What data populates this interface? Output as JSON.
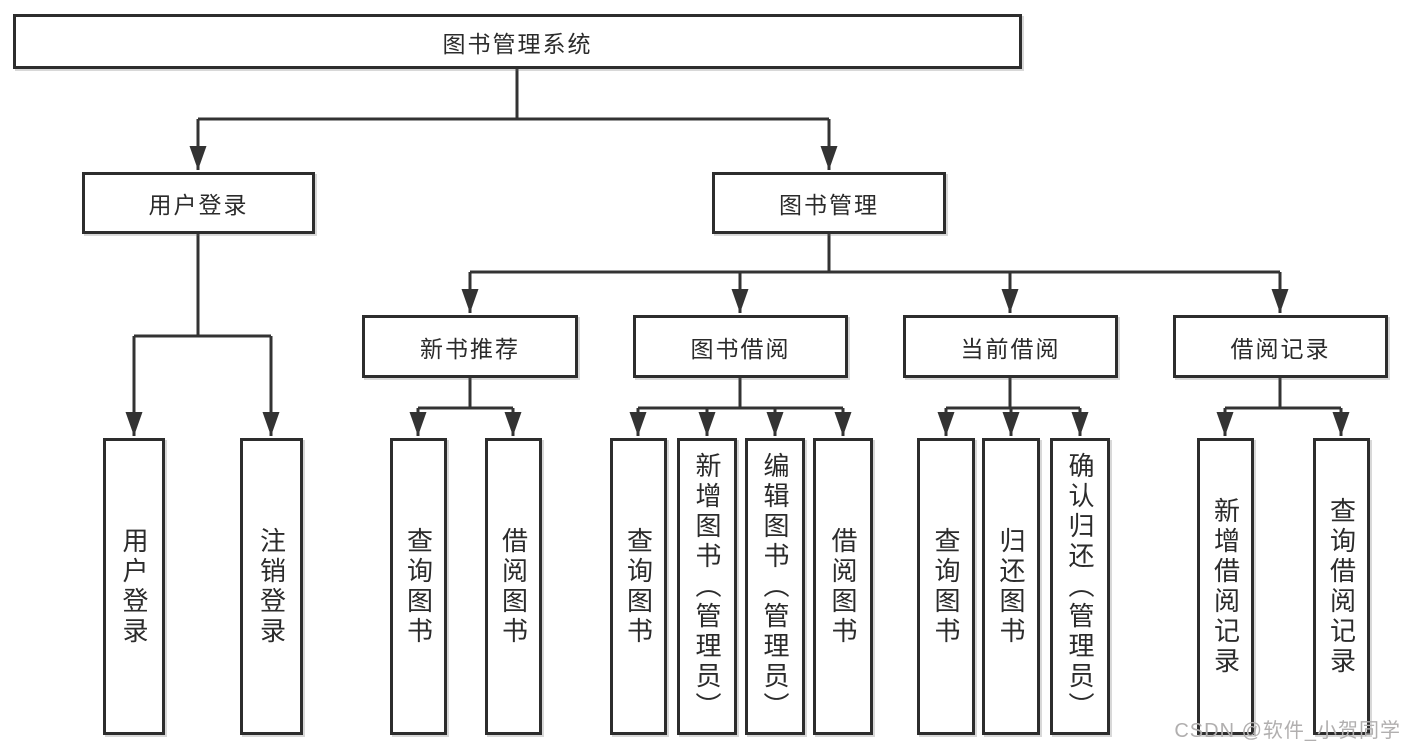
{
  "diagram": {
    "type": "hierarchy-tree",
    "colors": {
      "background": "#ffffff",
      "box_border": "#2d2d2d",
      "connector": "#333333",
      "text": "#2b2b2b",
      "watermark_text": "#b1afaf"
    },
    "tree": {
      "label": "图书管理系统",
      "children": [
        {
          "label": "用户登录",
          "children": [
            {
              "label": "用户登录"
            },
            {
              "label": "注销登录"
            }
          ]
        },
        {
          "label": "图书管理",
          "children": [
            {
              "label": "新书推荐",
              "children": [
                {
                  "label": "查询图书"
                },
                {
                  "label": "借阅图书"
                }
              ]
            },
            {
              "label": "图书借阅",
              "children": [
                {
                  "label": "查询图书"
                },
                {
                  "label": "新增图书（管理员）"
                },
                {
                  "label": "编辑图书（管理员）"
                },
                {
                  "label": "借阅图书"
                }
              ]
            },
            {
              "label": "当前借阅",
              "children": [
                {
                  "label": "查询图书"
                },
                {
                  "label": "归还图书"
                },
                {
                  "label": "确认归还（管理员）"
                }
              ]
            },
            {
              "label": "借阅记录",
              "children": [
                {
                  "label": "新增借阅记录"
                },
                {
                  "label": "查询借阅记录"
                }
              ]
            }
          ]
        }
      ]
    },
    "watermark": "CSDN @软件_小贺同学"
  }
}
